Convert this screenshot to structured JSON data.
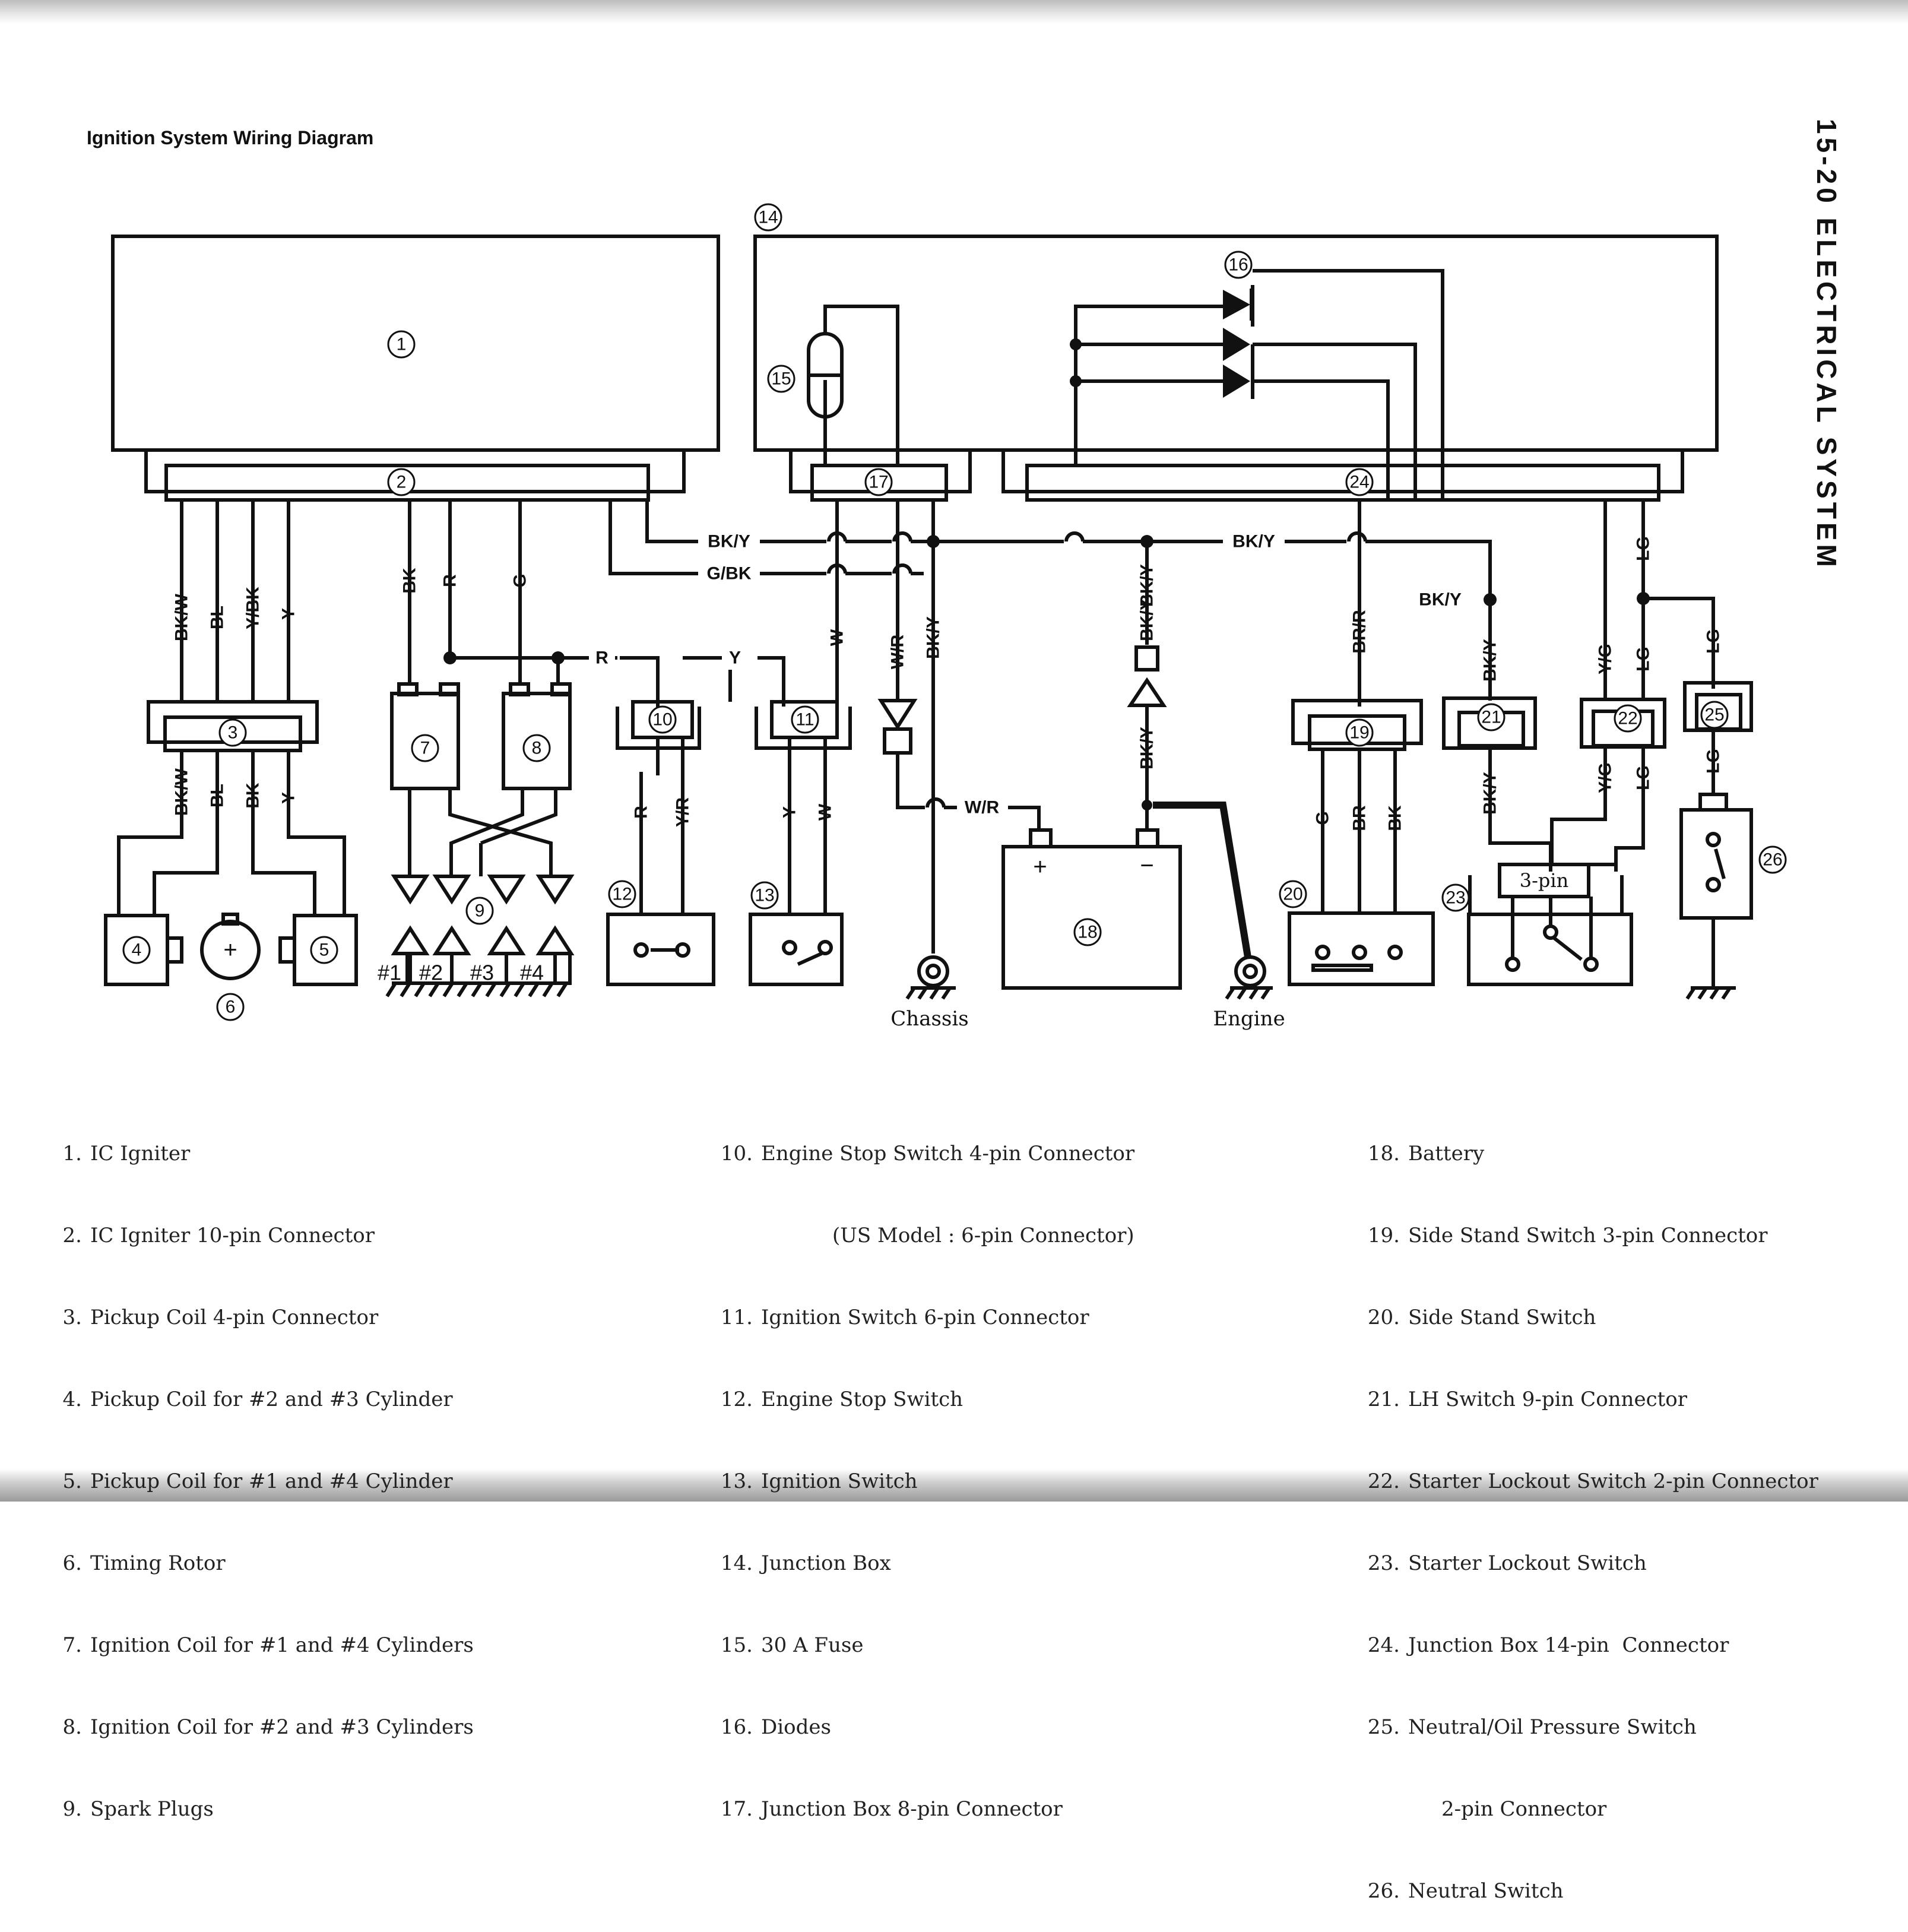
{
  "header": {
    "title": "Ignition System Wiring Diagram",
    "page_section": "15-20 ELECTRICAL SYSTEM"
  },
  "diagram": {
    "callouts": [
      "1",
      "2",
      "3",
      "4",
      "5",
      "6",
      "7",
      "8",
      "9",
      "10",
      "11",
      "12",
      "13",
      "14",
      "15",
      "16",
      "17",
      "18",
      "19",
      "20",
      "21",
      "22",
      "23",
      "24",
      "25",
      "26"
    ],
    "wire_labels": {
      "bkw": "BK/W",
      "bl": "BL",
      "ybk": "Y/BK",
      "y": "Y",
      "bk": "BK",
      "r": "R",
      "g": "G",
      "bky": "BK/Y",
      "gbk": "G/BK",
      "wr": "W/R",
      "w": "W",
      "yr": "Y/R",
      "brr": "BR/R",
      "br": "BR",
      "yg": "Y/G",
      "lg": "LG"
    },
    "spark_plug_labels": [
      "#1",
      "#2",
      "#3",
      "#4"
    ],
    "battery_plus": "+",
    "battery_minus": "−",
    "pickup_rotor_plus": "+",
    "connector_3pin": "3-pin",
    "ground_chassis": "Chassis",
    "ground_engine": "Engine"
  },
  "legend": {
    "col1": [
      {
        "n": "1.",
        "t": "IC Igniter"
      },
      {
        "n": "2.",
        "t": "IC Igniter 10-pin Connector"
      },
      {
        "n": "3.",
        "t": "Pickup Coil 4-pin Connector"
      },
      {
        "n": "4.",
        "t": "Pickup Coil for #2 and #3 Cylinder"
      },
      {
        "n": "5.",
        "t": "Pickup Coil for #1 and #4 Cylinder"
      },
      {
        "n": "6.",
        "t": "Timing Rotor"
      },
      {
        "n": "7.",
        "t": "Ignition Coil for #1 and #4 Cylinders"
      },
      {
        "n": "8.",
        "t": "Ignition Coil for #2 and #3 Cylinders"
      },
      {
        "n": "9.",
        "t": "Spark Plugs"
      }
    ],
    "col2": [
      {
        "n": "10.",
        "t": "Engine Stop Switch 4-pin Connector"
      },
      {
        "n": "",
        "t": "(US Model : 6-pin Connector)"
      },
      {
        "n": "11.",
        "t": "Ignition Switch 6-pin Connector"
      },
      {
        "n": "12.",
        "t": "Engine Stop Switch"
      },
      {
        "n": "13.",
        "t": "Ignition Switch"
      },
      {
        "n": "14.",
        "t": "Junction Box"
      },
      {
        "n": "15.",
        "t": "30 A Fuse"
      },
      {
        "n": "16.",
        "t": "Diodes"
      },
      {
        "n": "17.",
        "t": "Junction Box 8-pin Connector"
      }
    ],
    "col3": [
      {
        "n": "18.",
        "t": "Battery"
      },
      {
        "n": "19.",
        "t": "Side Stand Switch 3-pin Connector"
      },
      {
        "n": "20.",
        "t": "Side Stand Switch"
      },
      {
        "n": "21.",
        "t": "LH Switch 9-pin Connector"
      },
      {
        "n": "22.",
        "t": "Starter Lockout Switch 2-pin Connector"
      },
      {
        "n": "23.",
        "t": "Starter Lockout Switch"
      },
      {
        "n": "24.",
        "t": "Junction Box 14-pin  Connector"
      },
      {
        "n": "25.",
        "t": "Neutral/Oil Pressure Switch"
      },
      {
        "n": "",
        "t": "2-pin Connector"
      },
      {
        "n": "26.",
        "t": "Neutral Switch"
      }
    ]
  }
}
